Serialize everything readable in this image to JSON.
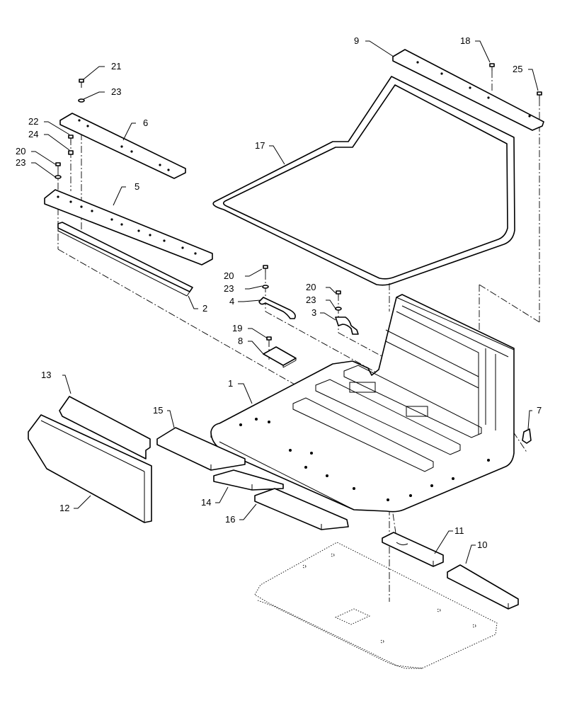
{
  "callouts": {
    "c1": "1",
    "c2": "2",
    "c3": "3",
    "c4": "4",
    "c5": "5",
    "c6": "6",
    "c7": "7",
    "c8": "8",
    "c9": "9",
    "c10": "10",
    "c11": "11",
    "c12": "12",
    "c13": "13",
    "c14": "14",
    "c15": "15",
    "c16": "16",
    "c17": "17",
    "c18": "18",
    "c19": "19",
    "c20a": "20",
    "c20b": "20",
    "c20c": "20",
    "c21": "21",
    "c22": "22",
    "c23a": "23",
    "c23b": "23",
    "c23c": "23",
    "c23d": "23",
    "c24": "24",
    "c25": "25"
  }
}
